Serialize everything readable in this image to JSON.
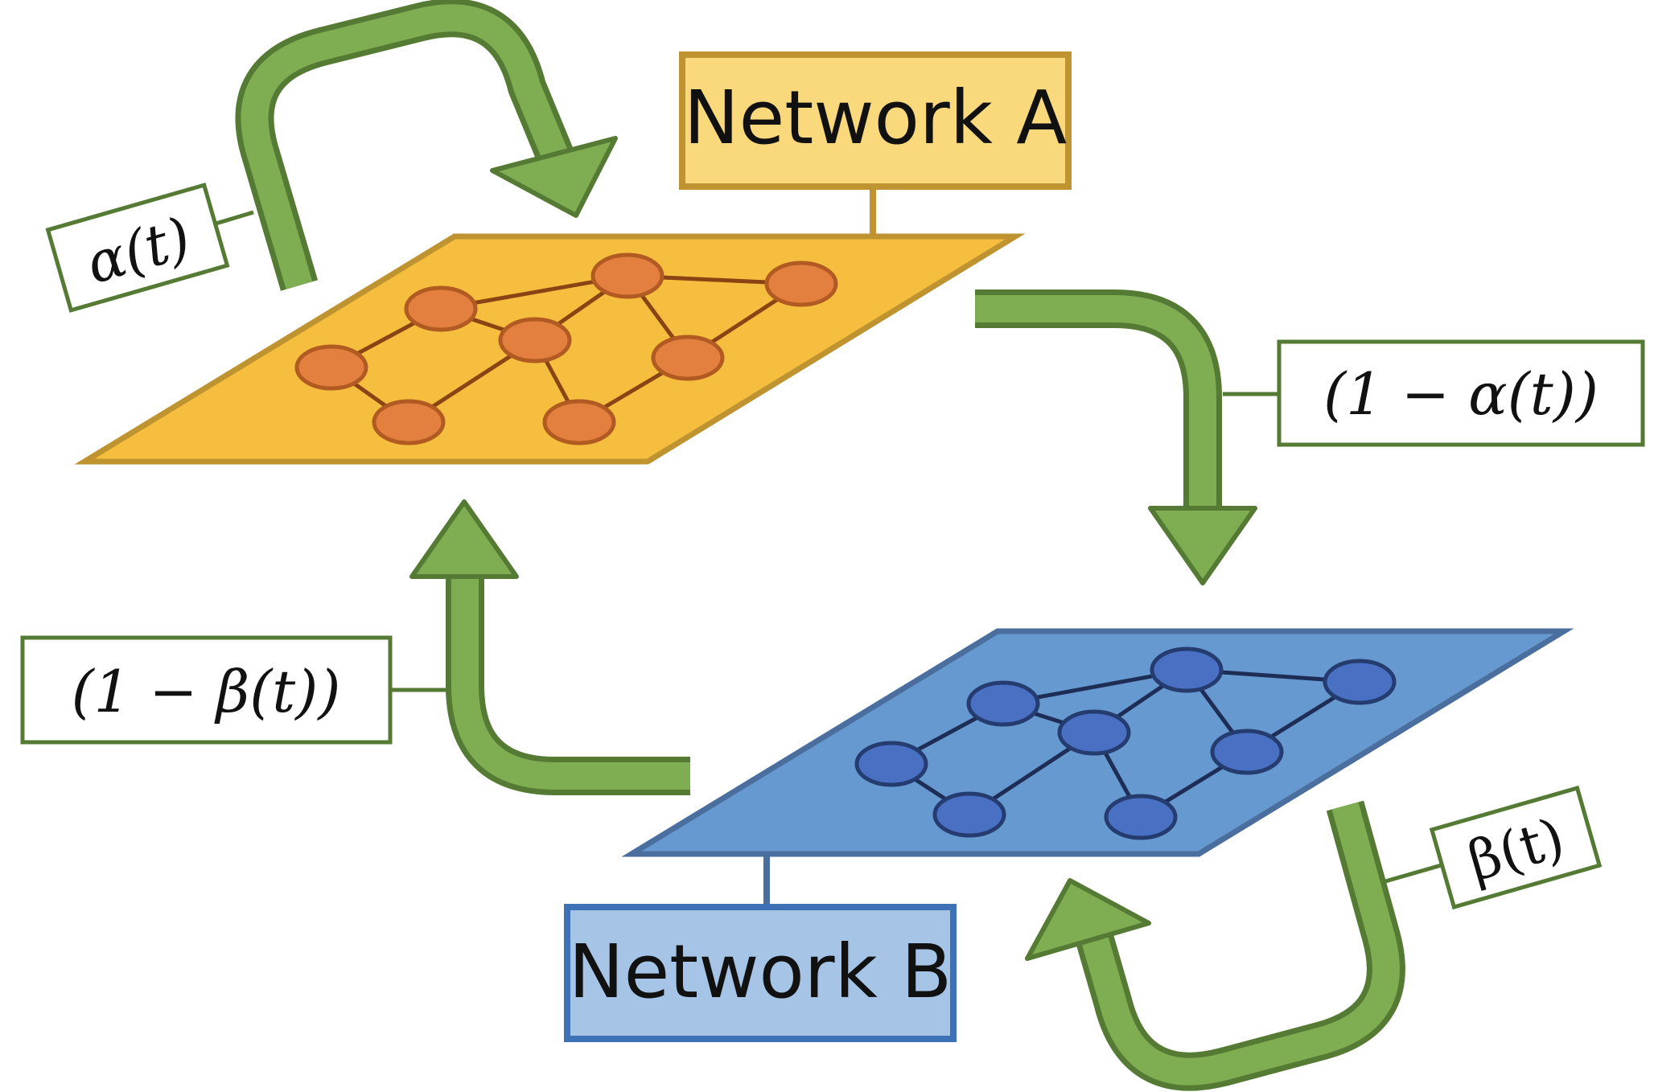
{
  "network_a": {
    "label": "Network A",
    "plane_color": "#F5BE3F",
    "plane_border": "#BF9330",
    "label_fill": "#F9D97C",
    "node_color": "#E3803F",
    "node_border": "#B15A22",
    "edge_color": "#8A4414"
  },
  "network_b": {
    "label": "Network B",
    "plane_color": "#6699CF",
    "plane_border": "#4A6E9E",
    "label_fill": "#A6C4E6",
    "node_color": "#4A70C4",
    "node_border": "#253C70",
    "edge_color": "#1E2D55"
  },
  "arrows": {
    "fill": "#7FAD52",
    "stroke": "#557A33"
  },
  "weights": {
    "alpha_self": "α(t)",
    "a_to_b": "(1 − α(t))",
    "b_to_a": "(1 − β(t))",
    "beta_self": "β(t)"
  }
}
